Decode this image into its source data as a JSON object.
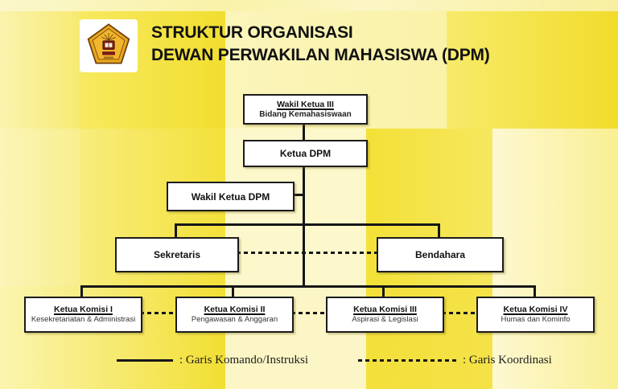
{
  "header": {
    "title_line1": "STRUKTUR ORGANISASI",
    "title_line2": "DEWAN PERWAKILAN MAHASISWA (DPM)",
    "logo": "campus-pentagon-emblem"
  },
  "chart": {
    "type": "org-chart",
    "nodes": [
      {
        "id": "wakil-ketua-3",
        "title": "Wakil Ketua III",
        "subtitle": "Bidang Kemahasiswaan"
      },
      {
        "id": "ketua-dpm",
        "title": "Ketua DPM"
      },
      {
        "id": "wakil-ketua-dpm",
        "title": "Wakil Ketua DPM"
      },
      {
        "id": "sekretaris",
        "title": "Sekretaris"
      },
      {
        "id": "bendahara",
        "title": "Bendahara"
      },
      {
        "id": "komisi-1",
        "title": "Ketua Komisi I",
        "subtitle": "Kesekretariatan & Administrasi"
      },
      {
        "id": "komisi-2",
        "title": "Ketua Komisi II",
        "subtitle": "Pengawasan & Anggaran"
      },
      {
        "id": "komisi-3",
        "title": "Ketua Komisi III",
        "subtitle": "Aspirasi & Legislasi"
      },
      {
        "id": "komisi-4",
        "title": "Ketua Komisi IV",
        "subtitle": "Humas dan Kominfo"
      }
    ],
    "edges": [
      {
        "from": "wakil-ketua-3",
        "to": "ketua-dpm",
        "type": "komando"
      },
      {
        "from": "ketua-dpm",
        "to": "wakil-ketua-dpm",
        "type": "komando"
      },
      {
        "from": "ketua-dpm",
        "to": "sekretaris",
        "type": "komando"
      },
      {
        "from": "ketua-dpm",
        "to": "bendahara",
        "type": "komando"
      },
      {
        "from": "ketua-dpm",
        "to": "komisi-1",
        "type": "komando"
      },
      {
        "from": "ketua-dpm",
        "to": "komisi-2",
        "type": "komando"
      },
      {
        "from": "ketua-dpm",
        "to": "komisi-3",
        "type": "komando"
      },
      {
        "from": "ketua-dpm",
        "to": "komisi-4",
        "type": "komando"
      },
      {
        "from": "sekretaris",
        "to": "bendahara",
        "type": "koordinasi"
      },
      {
        "from": "komisi-1",
        "to": "komisi-2",
        "type": "koordinasi"
      },
      {
        "from": "komisi-2",
        "to": "komisi-3",
        "type": "koordinasi"
      },
      {
        "from": "komisi-3",
        "to": "komisi-4",
        "type": "koordinasi"
      }
    ]
  },
  "legend": {
    "solid_label": ": Garis Komando/Instruksi",
    "dashed_label": ": Garis Koordinasi"
  },
  "colors": {
    "bright_yellow": "#f2de30",
    "pale_yellow": "#fdf8cc",
    "box_bg": "#ffffff",
    "line": "#161616",
    "text": "#111111",
    "logo_gold": "#e8a820"
  }
}
